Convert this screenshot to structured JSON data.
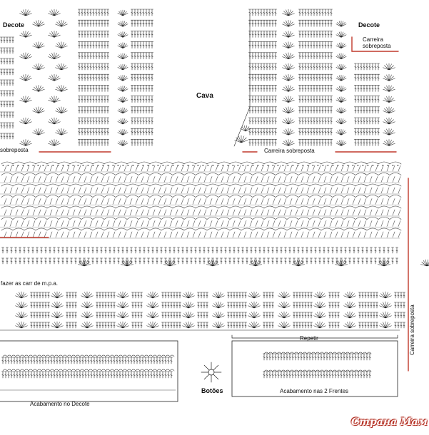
{
  "labels": {
    "decote_left": "Decote",
    "decote_right": "Decote",
    "cava": "Cava",
    "carreira_sobreposta_small": "Carreira\nsobreposta",
    "sobreposta_left": "sobreposta",
    "carreira_sobreposta_mid": "Carreira sobreposta",
    "carreira_sobreposta_vertical": "Carreira sobreposta",
    "fazer_carr": "fazer as carr de m.p.a.",
    "repetir": "Repetir",
    "botoes": "Botões",
    "acabamento_decote": "Acabamento no Decote",
    "acabamento_frentes": "Acabamento nas 2 Frentes"
  },
  "watermark": "Страна Мам",
  "colors": {
    "ink": "#222222",
    "accent_red": "#c0392b"
  }
}
